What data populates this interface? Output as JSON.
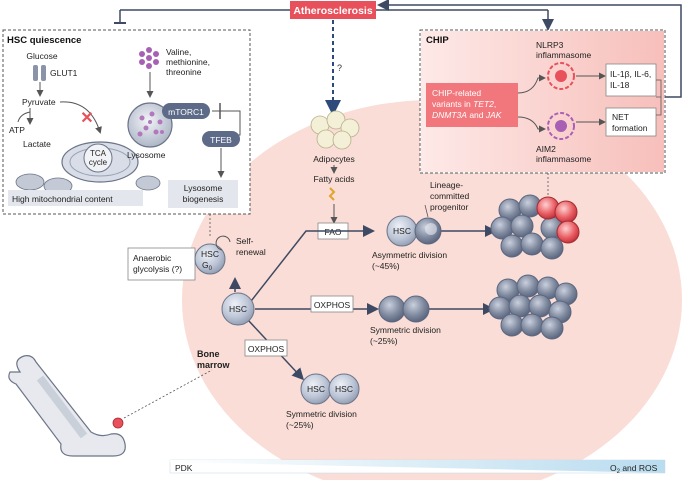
{
  "top": {
    "atherosclerosis": "Atherosclerosis",
    "question": "?"
  },
  "quiescence": {
    "title": "HSC quiescence",
    "glucose": "Glucose",
    "glut1": "GLUT1",
    "pyruvate": "Pyruvate",
    "atp": "ATP",
    "lactate": "Lactate",
    "tca": [
      "TCA",
      "cycle"
    ],
    "amino": [
      "Valine,",
      "methionine,",
      "threonine"
    ],
    "mtorc1": "mTORC1",
    "tfeb": "TFEB",
    "lysosome": "Lysosome",
    "mito_content": "High mitochondrial content",
    "lysosome_biogenesis": [
      "Lysosome",
      "biogenesis"
    ]
  },
  "chip": {
    "title": "CHIP",
    "variants": [
      "CHIP-related",
      "variants in ",
      "TET2",
      ",",
      "DNMT3A",
      " and ",
      "JAK"
    ],
    "nlrp3": [
      "NLRP3",
      "inflammasome"
    ],
    "aim2": [
      "AIM2",
      "inflammasome"
    ],
    "cytokines": [
      "IL-1β, IL-6,",
      "IL-18"
    ],
    "net": [
      "NET",
      "formation"
    ]
  },
  "marrow": {
    "adipocytes": "Adipocytes",
    "fatty_acids": "Fatty acids",
    "fao": "FAO",
    "oxphos_mid": "OXPHOS",
    "oxphos_low": "OXPHOS",
    "anaerobic": [
      "Anaerobic",
      "glycolysis (?)"
    ],
    "hsc_g0": [
      "HSC",
      "G",
      "0"
    ],
    "self_renewal": [
      "Self-",
      "renewal"
    ],
    "hsc": "HSC",
    "lineage": [
      "Lineage-",
      "committed",
      "progenitor"
    ],
    "asym": [
      "Asymmetric division",
      "(~45%)"
    ],
    "sym_mid": [
      "Symmetric division",
      "(~25%)"
    ],
    "sym_low": [
      "Symmetric division",
      "(~25%)"
    ],
    "bone_marrow": [
      "Bone",
      "marrow"
    ]
  },
  "gradient": {
    "left": "PDK",
    "right_o": "O",
    "right_sub": "2",
    "right_rest": " and ROS"
  }
}
